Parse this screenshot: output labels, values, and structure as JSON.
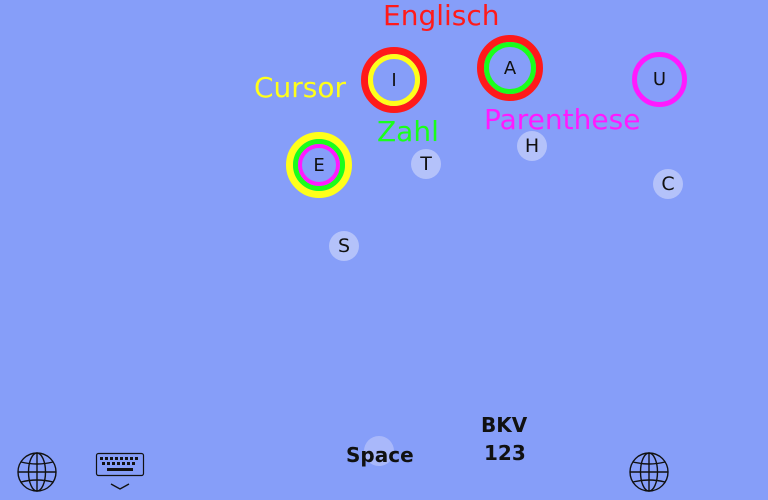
{
  "modes": {
    "englisch": "Englisch",
    "cursor": "Cursor",
    "zahl": "Zahl",
    "parenthese": "Parenthese"
  },
  "colors": {
    "background": "#869ef9",
    "englisch": "#ff1a1a",
    "cursor": "#ffff1a",
    "zahl": "#1aff1a",
    "parenthese": "#ff1aff"
  },
  "keys": {
    "i": "I",
    "a": "A",
    "u": "U",
    "e": "E",
    "t": "T",
    "h": "H",
    "c": "C",
    "s": "S"
  },
  "bottom": {
    "space": "Space",
    "bkv": "BKV",
    "num": "123"
  },
  "icons": {
    "globe_left": "globe-icon",
    "keyboard": "keyboard-dismiss-icon",
    "globe_right": "globe-icon"
  }
}
